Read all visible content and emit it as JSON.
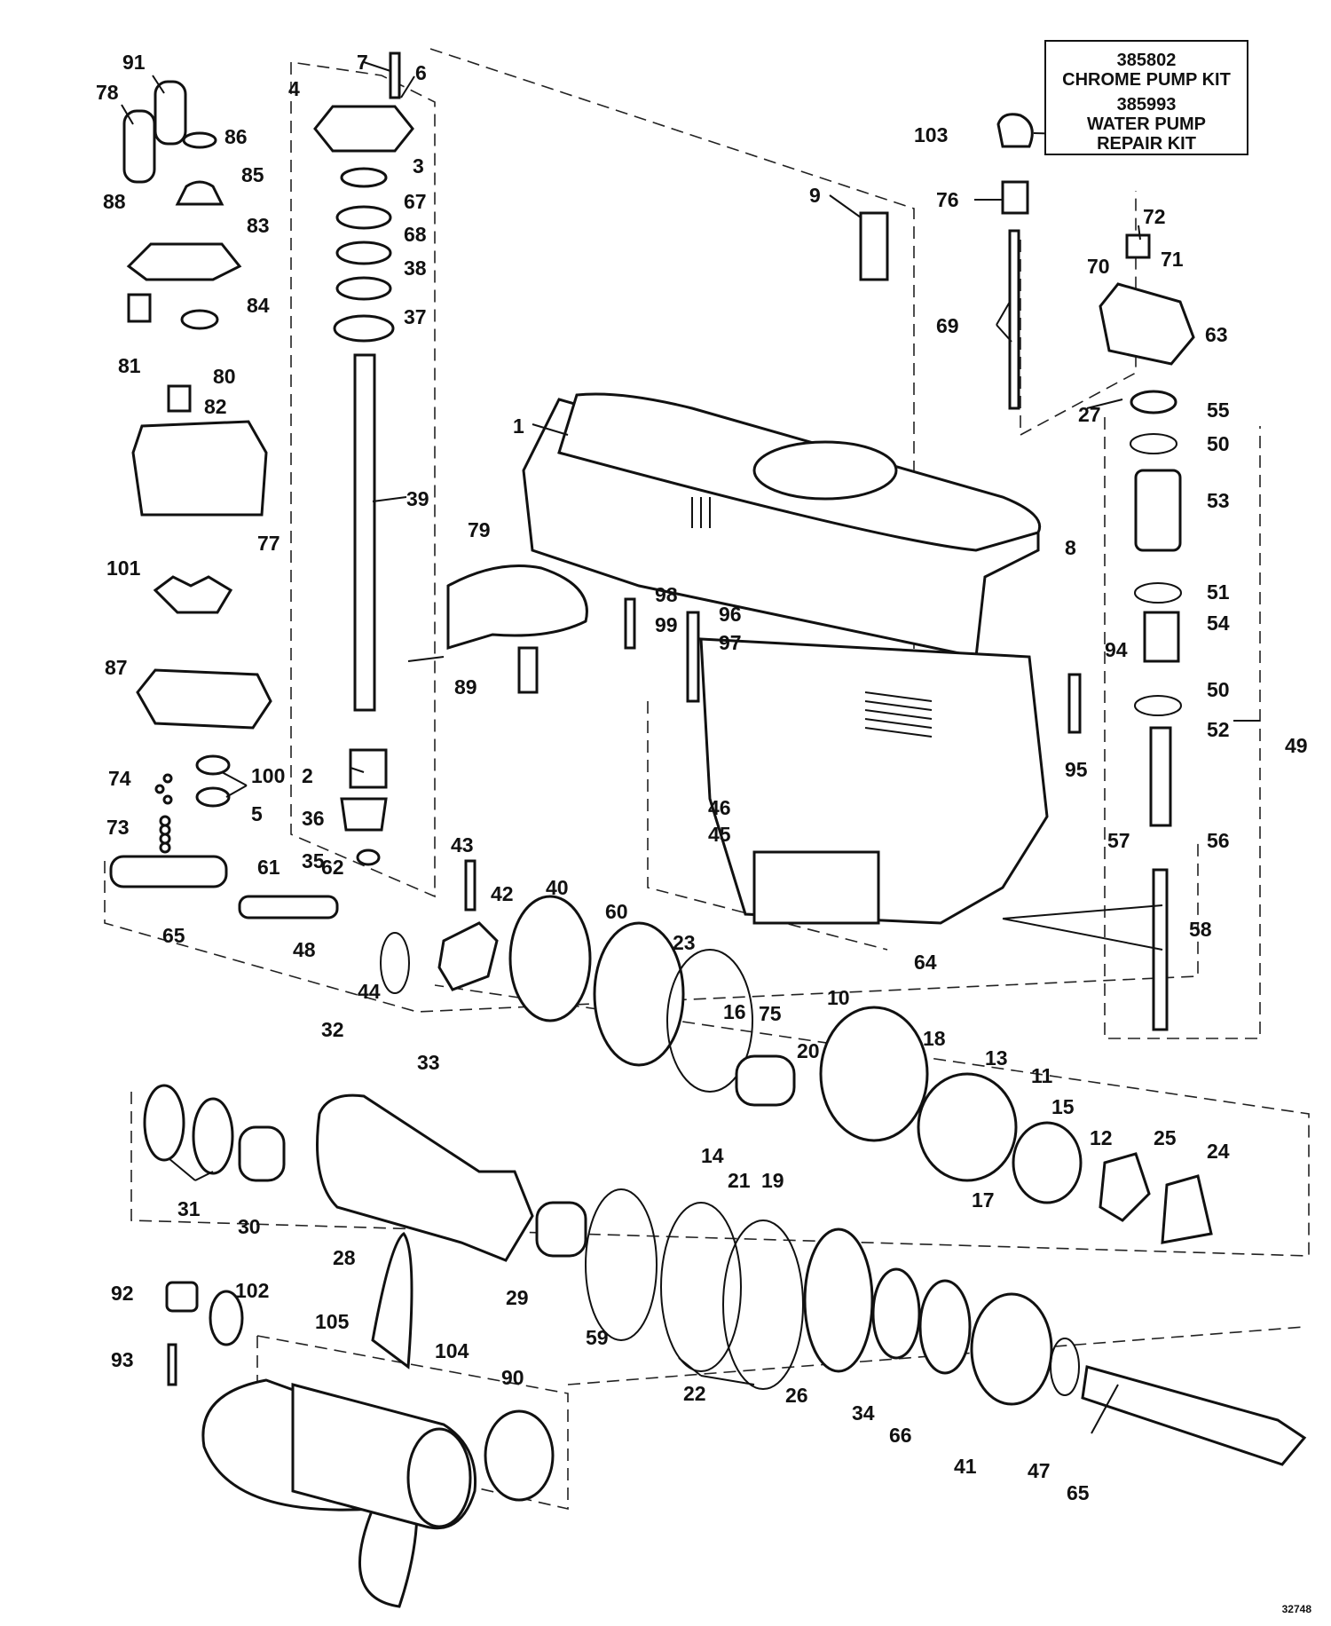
{
  "kit_box": {
    "line1": "385802",
    "line2": "CHROME PUMP KIT",
    "line3": "385993",
    "line4": "WATER PUMP",
    "line5": "REPAIR KIT"
  },
  "figure_ref": "32748",
  "part_numbers": {
    "p1": "1",
    "p2": "2",
    "p3": "3",
    "p4": "4",
    "p5": "5",
    "p6": "6",
    "p7": "7",
    "p8": "8",
    "p9": "9",
    "p10": "10",
    "p11": "11",
    "p12": "12",
    "p13": "13",
    "p14": "14",
    "p15": "15",
    "p16": "16",
    "p17": "17",
    "p18": "18",
    "p19": "19",
    "p20": "20",
    "p21": "21",
    "p22": "22",
    "p23": "23",
    "p24": "24",
    "p25": "25",
    "p26": "26",
    "p27": "27",
    "p28": "28",
    "p29": "29",
    "p30": "30",
    "p31": "31",
    "p32": "32",
    "p33": "33",
    "p34": "34",
    "p35": "35",
    "p36": "36",
    "p37": "37",
    "p38": "38",
    "p39": "39",
    "p40": "40",
    "p41": "41",
    "p42": "42",
    "p43": "43",
    "p44": "44",
    "p45": "45",
    "p46": "46",
    "p47": "47",
    "p48": "48",
    "p49": "49",
    "p50a": "50",
    "p50b": "50",
    "p51": "51",
    "p52": "52",
    "p53": "53",
    "p54": "54",
    "p55": "55",
    "p56": "56",
    "p57": "57",
    "p58": "58",
    "p59": "59",
    "p60": "60",
    "p61": "61",
    "p62": "62",
    "p63": "63",
    "p64": "64",
    "p65a": "65",
    "p65b": "65",
    "p66": "66",
    "p67": "67",
    "p68": "68",
    "p69": "69",
    "p70": "70",
    "p71": "71",
    "p72": "72",
    "p73": "73",
    "p74": "74",
    "p75": "75",
    "p76": "76",
    "p77": "77",
    "p78": "78",
    "p79": "79",
    "p80": "80",
    "p81": "81",
    "p82": "82",
    "p83": "83",
    "p84": "84",
    "p85": "85",
    "p86": "86",
    "p87": "87",
    "p88": "88",
    "p89": "89",
    "p90": "90",
    "p91": "91",
    "p92": "92",
    "p93": "93",
    "p94": "94",
    "p95": "95",
    "p96": "96",
    "p97": "97",
    "p98": "98",
    "p99": "99",
    "p100": "100",
    "p101": "101",
    "p102": "102",
    "p103": "103",
    "p104": "104",
    "p105": "105"
  }
}
